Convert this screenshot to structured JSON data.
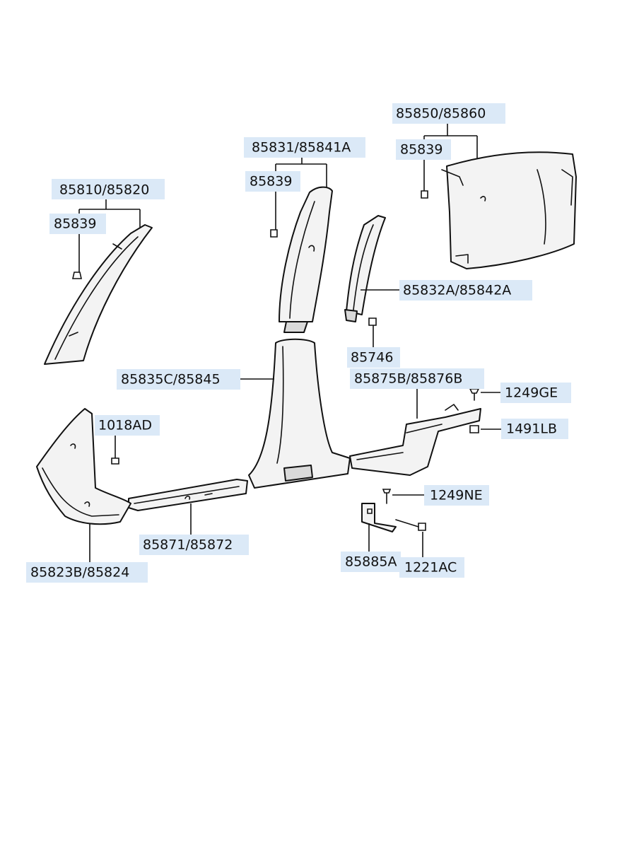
{
  "labels": {
    "l_85850": "85850/85860",
    "l_85839_c": "85839",
    "l_85831": "85831/85841A",
    "l_85839_b": "85839",
    "l_85810": "85810/85820",
    "l_85839_a": "85839",
    "l_85832": "85832A/85842A",
    "l_85746": "85746",
    "l_85835": "85835C/85845",
    "l_85875": "85875B/85876B",
    "l_1249GE": "1249GE",
    "l_1018AD": "1018AD",
    "l_1491LB": "1491LB",
    "l_1249NE": "1249NE",
    "l_85871": "85871/85872",
    "l_85885": "85885A",
    "l_1221AC": "1221AC",
    "l_85823": "85823B/85824"
  }
}
